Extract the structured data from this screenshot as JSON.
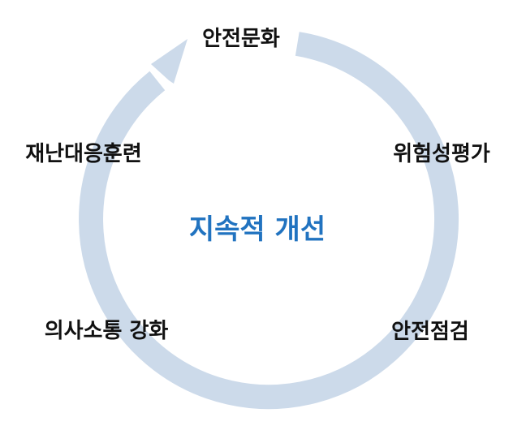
{
  "diagram": {
    "center_label": "지속적 개선",
    "nodes": [
      {
        "id": "culture",
        "label": "안전문화"
      },
      {
        "id": "risk",
        "label": "위험성평가"
      },
      {
        "id": "inspection",
        "label": "안전점검"
      },
      {
        "id": "communication",
        "label": "의사소통 강화"
      },
      {
        "id": "drill",
        "label": "재난대응훈련"
      }
    ]
  },
  "colors": {
    "ring": "#ccdaea",
    "node_text": "#111111",
    "center_text": "#2173c0",
    "background": "#ffffff"
  }
}
